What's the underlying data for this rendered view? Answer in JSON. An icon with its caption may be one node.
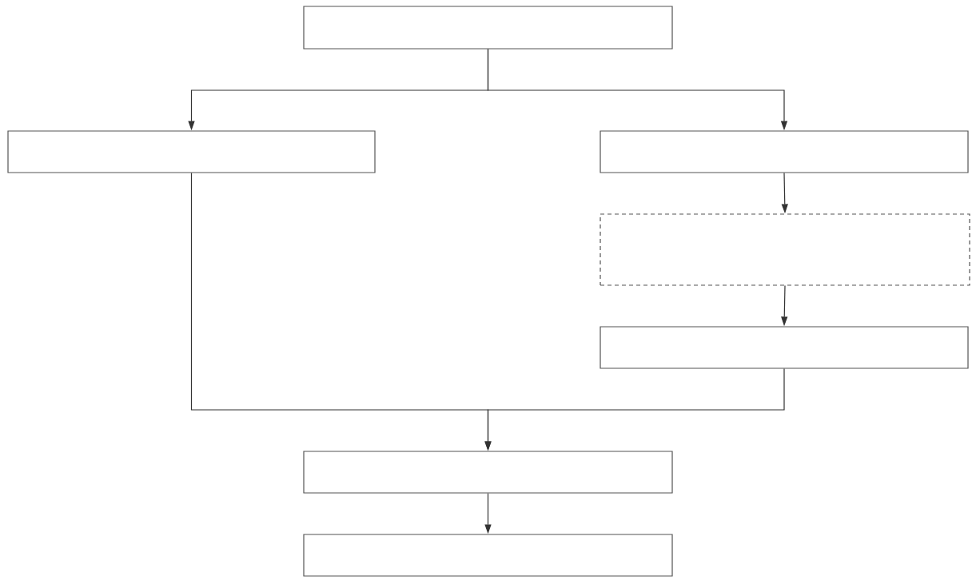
{
  "diagram": {
    "nodes": [
      {
        "text": [],
        "shape": "box"
      },
      {
        "text": [],
        "shape": "box"
      },
      {
        "text": [],
        "shape": "box"
      },
      {
        "text": [],
        "shape": "box"
      },
      {
        "text": [],
        "shape": "box"
      },
      {
        "text": [],
        "shape": "box"
      },
      {
        "text": [],
        "shape": "box"
      }
    ],
    "edges": [
      {
        "from": 0,
        "to": 1,
        "arrow": "to"
      },
      {
        "from": 0,
        "to": 2,
        "arrow": "to"
      },
      {
        "from": 2,
        "to": 3,
        "arrow": "to"
      },
      {
        "from": 3,
        "to": 4,
        "arrow": "to"
      },
      {
        "from": 1,
        "to": 5,
        "arrow": "to"
      },
      {
        "from": 4,
        "to": 5,
        "arrow": "to"
      },
      {
        "from": 5,
        "to": 6,
        "arrow": "to"
      }
    ]
  }
}
